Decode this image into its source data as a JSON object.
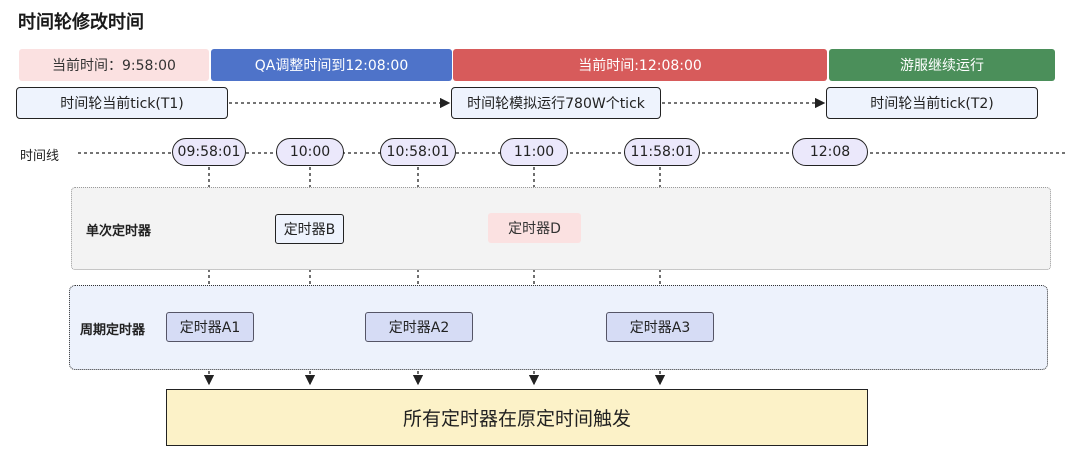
{
  "title": "时间轮修改时间",
  "phase_bar": [
    {
      "label": "当前时间：9:58:00",
      "color": "#fbe1e1"
    },
    {
      "label": "QA调整时间到12:08:00",
      "color": "#4e73c9"
    },
    {
      "label": "当前时间:12:08:00",
      "color": "#d75b5b"
    },
    {
      "label": "游服继续运行",
      "color": "#4b8f5a"
    }
  ],
  "ticks": [
    {
      "label": "时间轮当前tick(T1)"
    },
    {
      "label": "时间轮模拟运行780W个tick"
    },
    {
      "label": "时间轮当前tick(T2)"
    }
  ],
  "timeline": {
    "label": "时间线",
    "points": [
      "09:58:01",
      "10:00",
      "10:58:01",
      "11:00",
      "11:58:01",
      "12:08"
    ]
  },
  "single_timers": {
    "label": "单次定时器",
    "items": [
      "定时器B",
      "定时器D"
    ]
  },
  "periodic_timers": {
    "label": "周期定时器",
    "items": [
      "定时器A1",
      "定时器A2",
      "定时器A3"
    ]
  },
  "result": {
    "label": "所有定时器在原定时间触发"
  }
}
